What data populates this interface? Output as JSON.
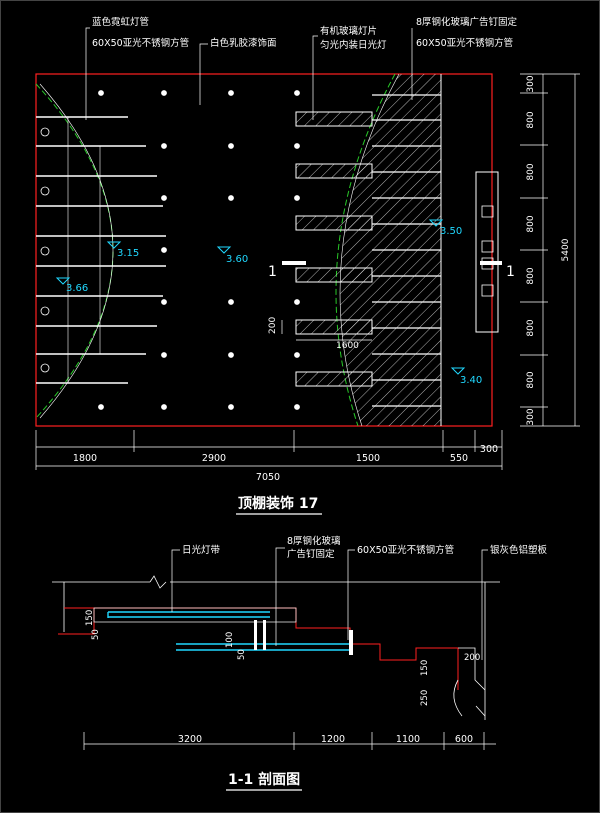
{
  "plan": {
    "title": "顶棚装饰 17",
    "labels": {
      "blue_neon": "蓝色霓虹灯管",
      "steel_tube": "60X50亚光不锈钢方管",
      "white_paint": "白色乳胶漆饰面",
      "acrylic": "有机玻璃灯片",
      "fluorescent": "匀光内装日光灯",
      "glass_fixed": "8厚钢化玻璃广告钉固定",
      "steel_tube_right": "60X50亚光不锈钢方管"
    },
    "elevations": {
      "e1": "3.15",
      "e2": "3.60",
      "e3": "3.50",
      "e4": "3.40",
      "e5": "3.66"
    },
    "dims_bottom": [
      "1800",
      "2900",
      "1500",
      "550",
      "300"
    ],
    "dim_total": "7050",
    "dims_right": [
      "300",
      "800",
      "800",
      "800",
      "800",
      "800",
      "800",
      "300"
    ],
    "dim_right_total": "5400",
    "dim_200": "200",
    "dim_1600": "1600",
    "section_mark": "1"
  },
  "section": {
    "title": "1-1 剖面图",
    "labels": {
      "daylight": "日光灯带",
      "glass": "8厚钢化玻璃",
      "glass2": "广告钉固定",
      "steel": "60X50亚光不锈钢方管",
      "aluminum": "银灰色铝塑板"
    },
    "dims_bottom": [
      "3200",
      "1200",
      "1100",
      "600"
    ],
    "dims_small": {
      "d150": "150",
      "d50": "50",
      "d100": "100",
      "d50b": "50",
      "d150b": "150",
      "d200": "200",
      "d250": "250"
    }
  },
  "colors": {
    "red": "#ff2020",
    "white": "#ffffff",
    "green": "#28c828",
    "cyan": "#20d8ff",
    "blue": "#2060ff"
  }
}
